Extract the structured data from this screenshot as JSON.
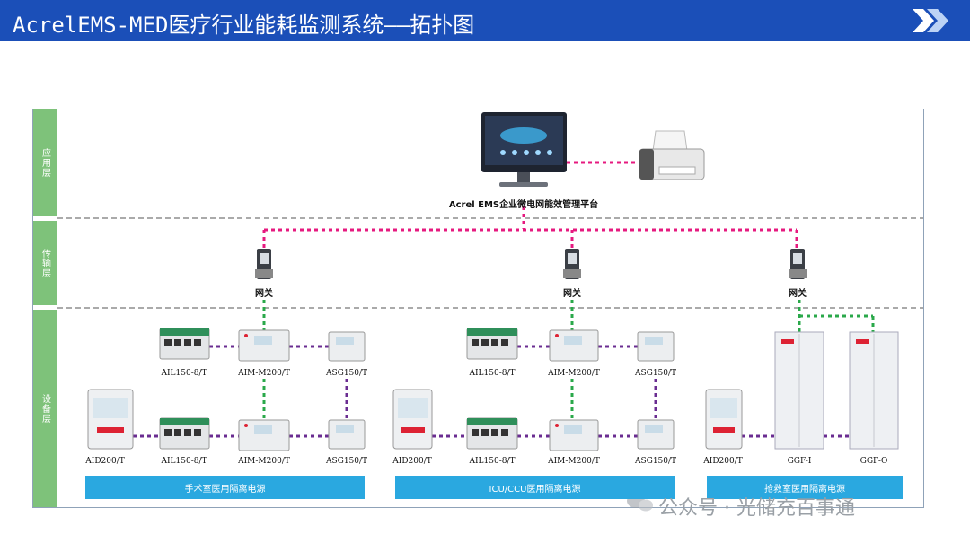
{
  "header": {
    "title": "AcrelEMS-MED医疗行业能耗监测系统——拓扑图"
  },
  "layers": {
    "application": "应用层",
    "transmission": "传输层",
    "device": "设备层"
  },
  "platform_label": "Acrel EMS企业微电网能效管理平台",
  "gateway_label": "网关",
  "groups": [
    {
      "name": "手术室医用隔离电源",
      "row1": [
        "AIL150-8/T",
        "AIM-M200/T",
        "ASG150/T"
      ],
      "row2": [
        "AID200/T",
        "AIL150-8/T",
        "AIM-M200/T",
        "ASG150/T"
      ]
    },
    {
      "name": "ICU/CCU医用隔离电源",
      "row1": [
        "AIL150-8/T",
        "AIM-M200/T",
        "ASG150/T"
      ],
      "row2": [
        "AID200/T",
        "AIL150-8/T",
        "AIM-M200/T",
        "ASG150/T"
      ]
    },
    {
      "name": "抢救室医用隔离电源",
      "row2": [
        "AID200/T",
        "GGF-I",
        "GGF-O"
      ]
    }
  ],
  "watermark": "公众号 · 光储充百事通",
  "colors": {
    "header": "#1b4fb8",
    "layer": "#7ec27a",
    "bar": "#2aa8e0",
    "pink": "#e6197f",
    "green": "#2aa84a",
    "purple": "#6a2c91"
  }
}
